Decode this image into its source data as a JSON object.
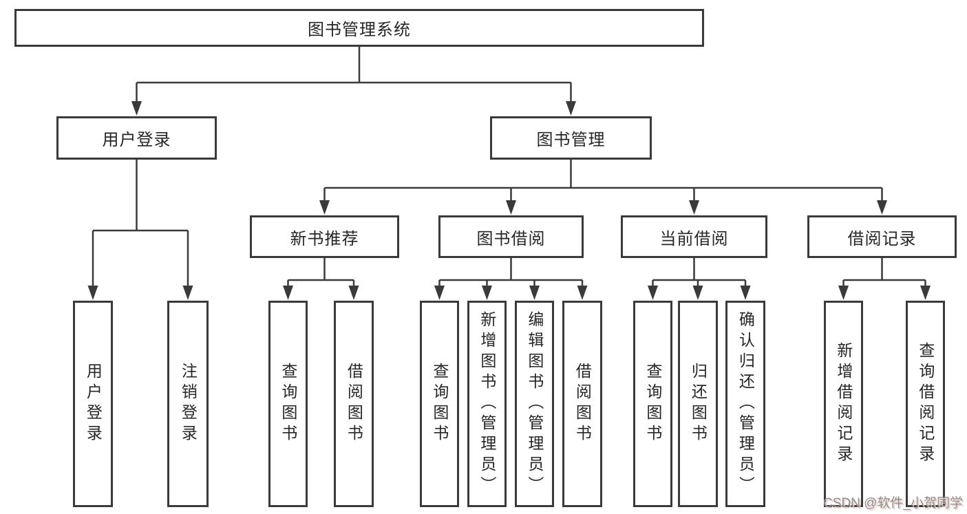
{
  "tree": {
    "root": {
      "label": "图书管理系统"
    },
    "user_login": {
      "label": "用户登录",
      "leaves": [
        "用户登录",
        "注销登录"
      ]
    },
    "book_mgmt": {
      "label": "图书管理",
      "groups": [
        {
          "label": "新书推荐",
          "leaves": [
            "查询图书",
            "借阅图书"
          ]
        },
        {
          "label": "图书借阅",
          "leaves": [
            "查询图书",
            "新增图书（管理员）",
            "编辑图书（管理员）",
            "借阅图书"
          ]
        },
        {
          "label": "当前借阅",
          "leaves": [
            "查询图书",
            "归还图书",
            "确认归还（管理员）"
          ]
        },
        {
          "label": "借阅记录",
          "leaves": [
            "新增借阅记录",
            "查询借阅记录"
          ]
        }
      ]
    }
  },
  "colors": {
    "line": "#3a3a3a",
    "text": "#262626",
    "background": "#ffffff",
    "watermark_text": "#8f8f8f",
    "watermark_shadow": "#eccac6"
  },
  "watermark": {
    "text": "CSDN @软件_小贺同学"
  }
}
